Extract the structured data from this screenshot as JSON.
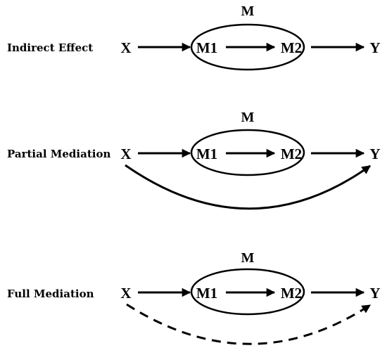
{
  "colors": {
    "ink": "#000000",
    "background": "#ffffff"
  },
  "panels": [
    {
      "label": "Indirect Effect",
      "group_label": "M",
      "nodes": {
        "x": "X",
        "m1": "M1",
        "m2": "M2",
        "y": "Y"
      },
      "direct_path": "none"
    },
    {
      "label": "Partial Mediation",
      "group_label": "M",
      "nodes": {
        "x": "X",
        "m1": "M1",
        "m2": "M2",
        "y": "Y"
      },
      "direct_path": "solid"
    },
    {
      "label": "Full Mediation",
      "group_label": "M",
      "nodes": {
        "x": "X",
        "m1": "M1",
        "m2": "M2",
        "y": "Y"
      },
      "direct_path": "dashed"
    }
  ]
}
